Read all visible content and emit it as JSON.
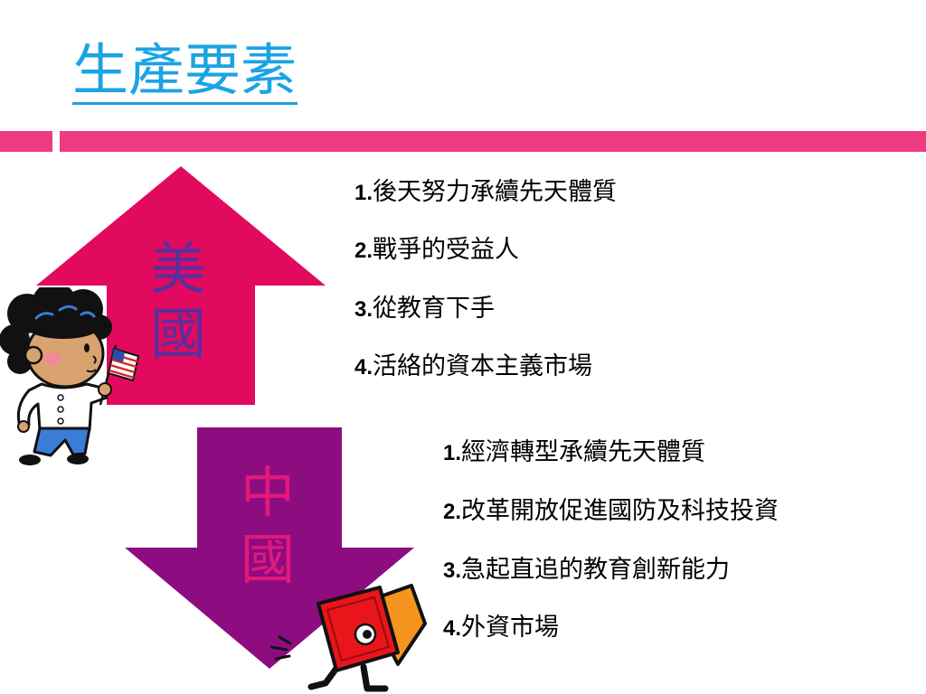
{
  "slide": {
    "title": "生產要素",
    "colors": {
      "title": "#1BA3E3",
      "accent_bar": "#EE3A80",
      "usa_arrow": "#E10A5E",
      "china_arrow": "#8D0C80",
      "usa_label": "#5B2E9E",
      "china_label": "#E2187A",
      "body_text": "#000000"
    },
    "usa": {
      "label": [
        "美",
        "國"
      ],
      "points": [
        {
          "num": "1.",
          "text": "後天努力承續先天體質"
        },
        {
          "num": "2.",
          "text": "戰爭的受益人"
        },
        {
          "num": "3.",
          "text": "從教育下手"
        },
        {
          "num": "4.",
          "text": "活絡的資本主義市場"
        }
      ]
    },
    "china": {
      "label": [
        "中",
        "國"
      ],
      "points": [
        {
          "num": "1.",
          "text": "經濟轉型承續先天體質"
        },
        {
          "num": "2.",
          "text": "改革開放促進國防及科技投資"
        },
        {
          "num": "3.",
          "text": "急起直追的教育創新能力"
        },
        {
          "num": "4.",
          "text": "外資市場"
        }
      ]
    },
    "clipart": [
      "boy-with-us-flag-icon",
      "megaphone-character-icon"
    ]
  }
}
